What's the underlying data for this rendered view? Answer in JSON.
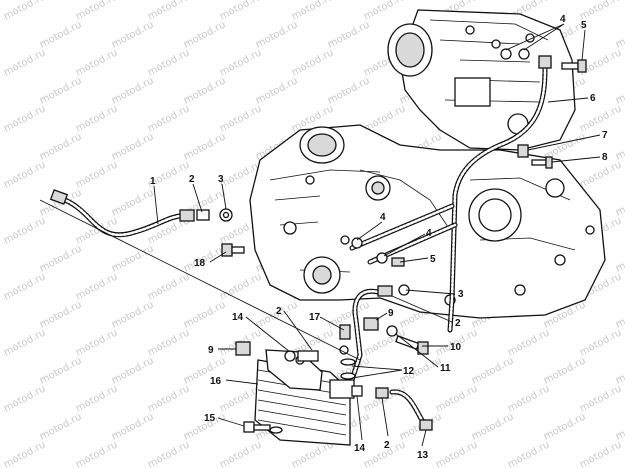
{
  "watermark": "motod.ru",
  "callouts": {
    "c1": "1",
    "c2a": "2",
    "c3a": "3",
    "c4a": "4",
    "c5": "5",
    "c6": "6",
    "c7": "7",
    "c8": "8",
    "c4b": "4",
    "c4c": "4",
    "c5b": "5",
    "c18": "18",
    "c3b": "3",
    "c2b": "2",
    "c9a": "9",
    "c10": "10",
    "c11": "11",
    "c12": "12",
    "c17": "17",
    "c14a": "14",
    "c2c": "2",
    "c9b": "9",
    "c16": "16",
    "c15": "15",
    "c14b": "14",
    "c2d": "2",
    "c13": "13"
  }
}
